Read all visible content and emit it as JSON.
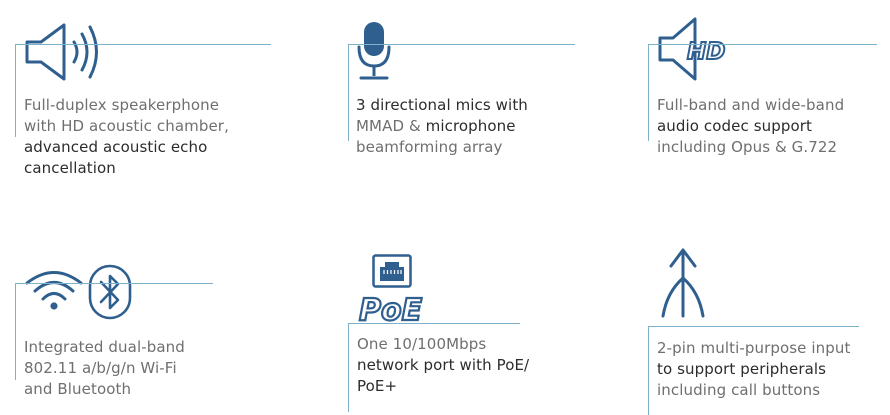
{
  "features": [
    {
      "id": "speakerphone",
      "icons": [
        "speaker-waves-icon"
      ],
      "lines": [
        [
          {
            "t": "Full-duplex speakerphone",
            "b": false
          }
        ],
        [
          {
            "t": "with HD acoustic chamber,",
            "b": false
          }
        ],
        [
          {
            "t": "advanced acoustic echo",
            "b": true
          }
        ],
        [
          {
            "t": "cancellation",
            "b": true
          }
        ]
      ]
    },
    {
      "id": "microphones",
      "icons": [
        "microphone-icon"
      ],
      "lines": [
        [
          {
            "t": "3 directional mics with",
            "b": true
          }
        ],
        [
          {
            "t": "MMAD & ",
            "b": false
          },
          {
            "t": "microphone",
            "b": true
          }
        ],
        [
          {
            "t": "beamforming array",
            "b": false
          }
        ]
      ]
    },
    {
      "id": "audio-codec",
      "icons": [
        "hd-speaker-icon"
      ],
      "icon_text": "HD",
      "lines": [
        [
          {
            "t": "Full-band and wide-band",
            "b": false
          }
        ],
        [
          {
            "t": "audio codec support",
            "b": true
          }
        ],
        [
          {
            "t": "including Opus & G.722",
            "b": false
          }
        ]
      ]
    },
    {
      "id": "wireless",
      "icons": [
        "wifi-icon",
        "bluetooth-icon"
      ],
      "lines": [
        [
          {
            "t": "Integrated dual-band",
            "b": false
          }
        ],
        [
          {
            "t": "802.11 a/b/g/n Wi-Fi",
            "b": false
          }
        ],
        [
          {
            "t": "and Bluetooth",
            "b": false
          }
        ]
      ]
    },
    {
      "id": "network-port",
      "icons": [
        "ethernet-port-icon",
        "poe-icon"
      ],
      "icon_text": "PoE",
      "lines": [
        [
          {
            "t": "One 10/100Mbps",
            "b": false
          }
        ],
        [
          {
            "t": "network port with PoE/",
            "b": true
          }
        ],
        [
          {
            "t": "PoE+",
            "b": true
          }
        ]
      ]
    },
    {
      "id": "multipurpose-input",
      "icons": [
        "splitter-arrow-icon"
      ],
      "lines": [
        [
          {
            "t": "2-pin multi-purpose input",
            "b": false
          }
        ],
        [
          {
            "t": "to support peripherals",
            "b": true
          }
        ],
        [
          {
            "t": "including call buttons",
            "b": false
          }
        ]
      ]
    }
  ],
  "colors": {
    "icon": "#2f5f8f",
    "bracket": "#7db1cc",
    "text_regular": "#6f6f6f",
    "text_bold": "#2c2c2c",
    "background": "#ffffff"
  }
}
